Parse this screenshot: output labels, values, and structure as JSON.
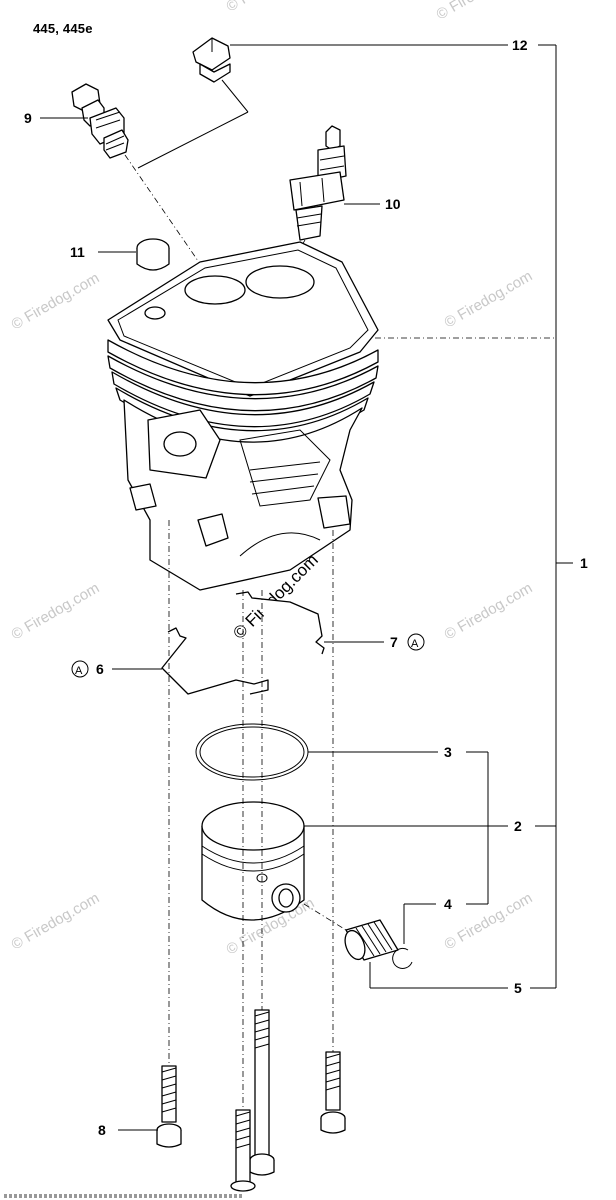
{
  "model": "445, 445e",
  "watermark": "© Firedog.com",
  "callouts": {
    "c1": "1",
    "c2": "2",
    "c3": "3",
    "c4": "4",
    "c5": "5",
    "c6": "6",
    "c7": "7",
    "c8": "8",
    "c9": "9",
    "c10": "10",
    "c11": "11",
    "c12": "12"
  },
  "kit_marker": "A"
}
